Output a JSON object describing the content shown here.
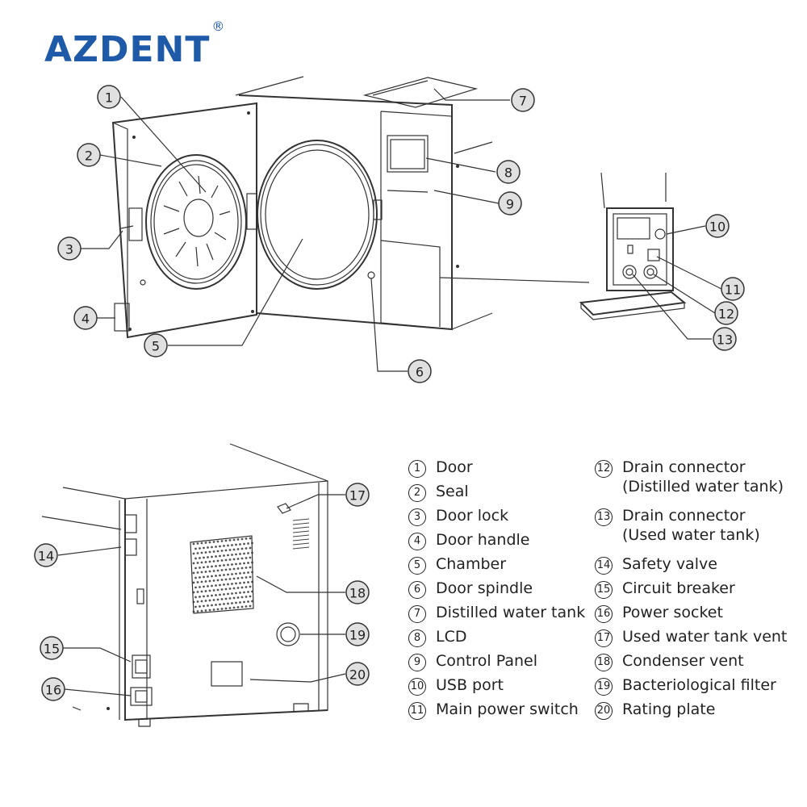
{
  "logo": {
    "text": "AZDENT",
    "mark": "®",
    "color": "#1e5aa8"
  },
  "callouts": [
    {
      "n": "1"
    },
    {
      "n": "2"
    },
    {
      "n": "3"
    },
    {
      "n": "4"
    },
    {
      "n": "5"
    },
    {
      "n": "6"
    },
    {
      "n": "7"
    },
    {
      "n": "8"
    },
    {
      "n": "9"
    },
    {
      "n": "10"
    },
    {
      "n": "11"
    },
    {
      "n": "12"
    },
    {
      "n": "13"
    },
    {
      "n": "14"
    },
    {
      "n": "15"
    },
    {
      "n": "16"
    },
    {
      "n": "17"
    },
    {
      "n": "18"
    },
    {
      "n": "19"
    },
    {
      "n": "20"
    }
  ],
  "legend_left": [
    {
      "n": "1",
      "label": "Door"
    },
    {
      "n": "2",
      "label": "Seal"
    },
    {
      "n": "3",
      "label": "Door lock"
    },
    {
      "n": "4",
      "label": "Door handle"
    },
    {
      "n": "5",
      "label": "Chamber"
    },
    {
      "n": "6",
      "label": "Door spindle"
    },
    {
      "n": "7",
      "label": "Distilled water tank"
    },
    {
      "n": "8",
      "label": " LCD"
    },
    {
      "n": "9",
      "label": "Control Panel"
    },
    {
      "n": "10",
      "label": "USB port"
    },
    {
      "n": "11",
      "label": "Main power switch"
    }
  ],
  "legend_right": [
    {
      "n": "12",
      "label": "Drain connector",
      "label2": "(Distilled water tank)"
    },
    {
      "n": "13",
      "label": "Drain connector",
      "label2": "(Used water tank)"
    },
    {
      "n": "14",
      "label": "Safety valve"
    },
    {
      "n": "15",
      "label": "Circuit breaker"
    },
    {
      "n": "16",
      "label": "Power socket"
    },
    {
      "n": "17",
      "label": "Used water tank vent"
    },
    {
      "n": "18",
      "label": "Condenser vent"
    },
    {
      "n": "19",
      "label": "Bacteriological filter"
    },
    {
      "n": "20",
      "label": "Rating plate"
    }
  ]
}
